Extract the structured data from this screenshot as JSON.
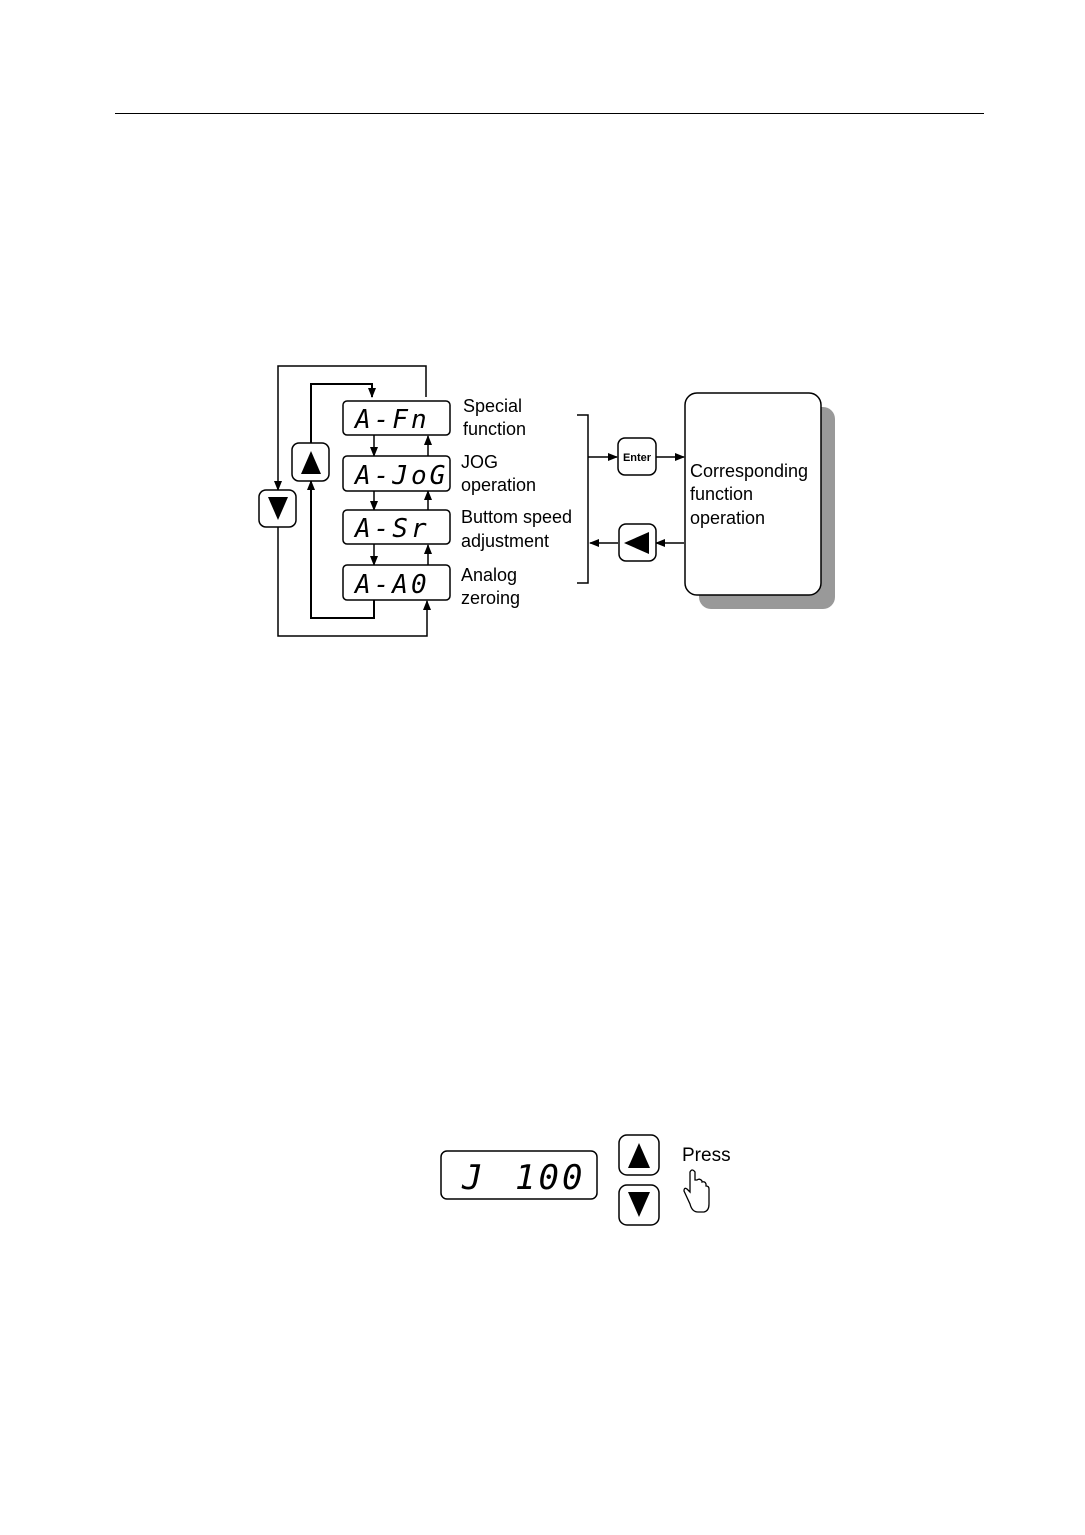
{
  "page": {
    "type": "manual-page"
  },
  "mode_diagram": {
    "displays": [
      {
        "code": "A-Fn",
        "label_line1": "Special",
        "label_line2": "function"
      },
      {
        "code": "A-JoG",
        "label_line1": "JOG",
        "label_line2": "operation"
      },
      {
        "code": "A-Sr",
        "label_line1": "Buttom speed",
        "label_line2": "adjustment"
      },
      {
        "code": "A-A0",
        "label_line1": "Analog",
        "label_line2": "zeroing"
      }
    ],
    "up_key_icon": "up-triangle",
    "down_key_icon": "down-triangle",
    "enter_key_label": "Enter",
    "back_key_icon": "left-triangle",
    "function_box": {
      "line1": "Corresponding",
      "line2": "function",
      "line3": "operation"
    }
  },
  "jog_diagram": {
    "display_left": "J",
    "display_value": "100",
    "up_key_icon": "up-triangle",
    "down_key_icon": "down-triangle",
    "press_label": "Press",
    "hand_icon": "pointing-hand"
  }
}
